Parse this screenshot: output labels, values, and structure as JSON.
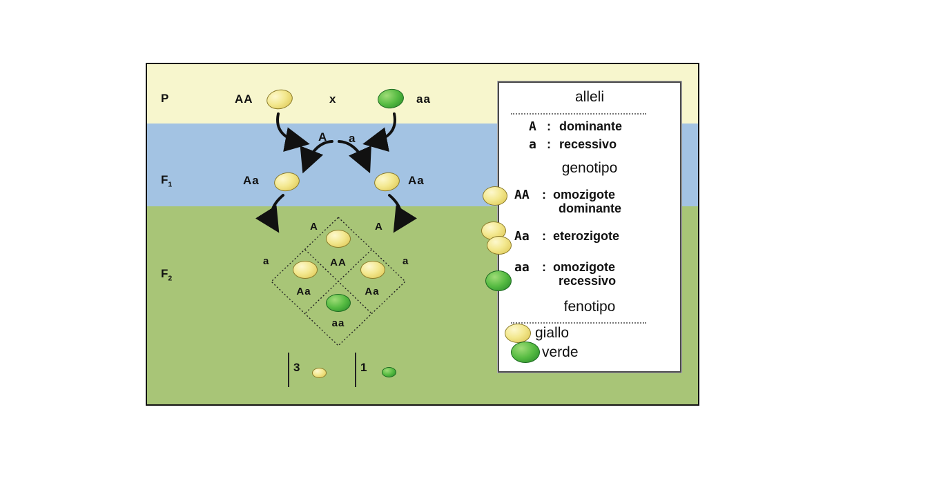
{
  "figure": {
    "p_row": {
      "gen_label": "P",
      "left_genotype": "AA",
      "cross_symbol": "x",
      "right_genotype": "aa"
    },
    "gametes": {
      "left": "A",
      "right": "a"
    },
    "f1_row": {
      "gen_letter": "F",
      "gen_sub": "1",
      "left_genotype": "Aa",
      "right_genotype": "Aa"
    },
    "f2_row": {
      "gen_letter": "F",
      "gen_sub": "2",
      "punnett": {
        "gamete_top_left": "A",
        "gamete_top_right": "A",
        "gamete_left": "a",
        "gamete_right": "a",
        "cell_top": "AA",
        "cell_left": "Aa",
        "cell_right": "Aa",
        "cell_bottom": "aa"
      },
      "ratio": {
        "yellow_count": "3",
        "green_count": "1"
      }
    },
    "legend": {
      "section_alleli": {
        "title": "alleli",
        "items": [
          {
            "symbol": "A",
            "colon": ":",
            "label": "dominante"
          },
          {
            "symbol": "a",
            "colon": ":",
            "label": "recessivo"
          }
        ]
      },
      "section_genotipo": {
        "title": "genotipo",
        "items": [
          {
            "symbol": "AA",
            "colon": ":",
            "line1": "omozigote",
            "line2": "dominante",
            "icon": "yellow-pea"
          },
          {
            "symbol": "Aa",
            "colon": ":",
            "line1": "eterozigote",
            "line2": "",
            "icon": "double-yellow-pea"
          },
          {
            "symbol": "aa",
            "colon": ":",
            "line1": "omozigote",
            "line2": "recessivo",
            "icon": "green-pea"
          }
        ]
      },
      "section_fenotipo": {
        "title": "fenotipo",
        "items": [
          {
            "label": "giallo",
            "icon": "yellow-pea"
          },
          {
            "label": "verde",
            "icon": "green-pea"
          }
        ]
      }
    },
    "colors": {
      "band_p": "#f7f6cd",
      "band_f1": "#a3c3e3",
      "band_f2": "#a8c577",
      "pea_yellow": "#f0e284",
      "pea_green": "#3fae3a",
      "legend_background": "#ffffff",
      "line": "#111111"
    }
  }
}
